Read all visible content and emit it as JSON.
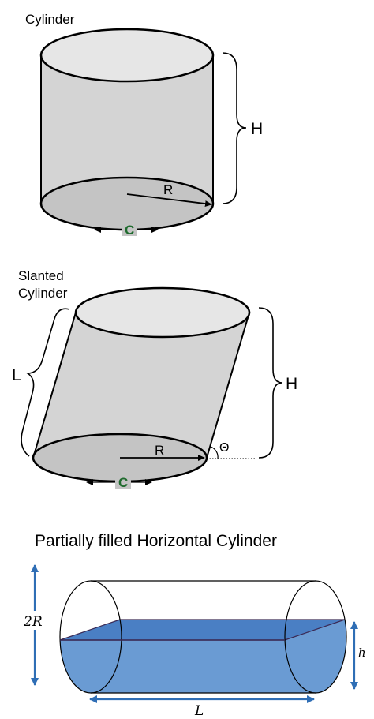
{
  "cylinder": {
    "title": "Cylinder",
    "height_label": "H",
    "radius_label": "R",
    "circumference_label": "C"
  },
  "slanted_cylinder": {
    "title_line1": "Slanted",
    "title_line2": "Cylinder",
    "length_label": "L",
    "height_label": "H",
    "radius_label": "R",
    "angle_label": "Θ",
    "circumference_label": "C"
  },
  "horizontal_cylinder": {
    "title": "Partially filled Horizontal Cylinder",
    "diameter_label": "2R",
    "length_label": "L",
    "fill_height_label": "h",
    "fill_color": "#6a9bd3",
    "fill_top_color": "#4a7fc4",
    "arrow_color": "#2f6eb5"
  },
  "colors": {
    "body": "#d4d4d4",
    "base": "#c4c4c4",
    "top": "#e6e6e6",
    "circumference_text": "#1f6b2e"
  }
}
